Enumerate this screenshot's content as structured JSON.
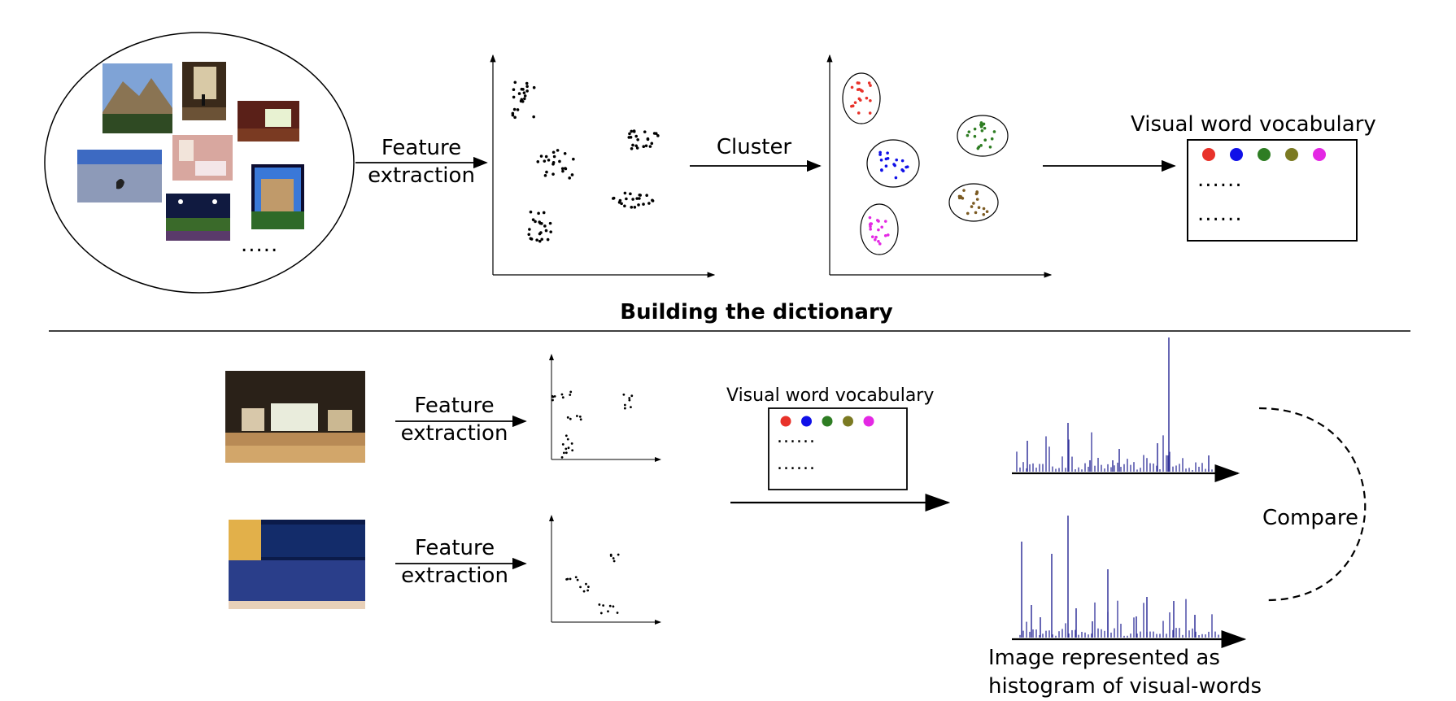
{
  "top": {
    "ellipsis": ".....",
    "feature_extraction": [
      "Feature",
      "extraction"
    ],
    "cluster": "Cluster",
    "vocab_title": "Visual word vocabulary",
    "vocab_colors": [
      "#e8322a",
      "#1010e8",
      "#2e7d23",
      "#7b7a22",
      "#e428e4"
    ],
    "vocab_rows": [
      "......",
      "......"
    ],
    "section_title": "Building the dictionary"
  },
  "bottom": {
    "feature_extraction_1": [
      "Feature",
      "extraction"
    ],
    "feature_extraction_2": [
      "Feature",
      "extraction"
    ],
    "vocab_title": "Visual word vocabulary",
    "vocab_rows": [
      "......",
      "......"
    ],
    "compare": "Compare",
    "caption": [
      "Image represented as",
      "histogram of visual-words"
    ],
    "hist_color": "#33339a"
  },
  "colors": {
    "cluster_red": "#e8322a",
    "cluster_blue": "#1010e8",
    "cluster_green": "#2e7d23",
    "cluster_olive": "#7b5a22",
    "cluster_magenta": "#e428e4"
  }
}
